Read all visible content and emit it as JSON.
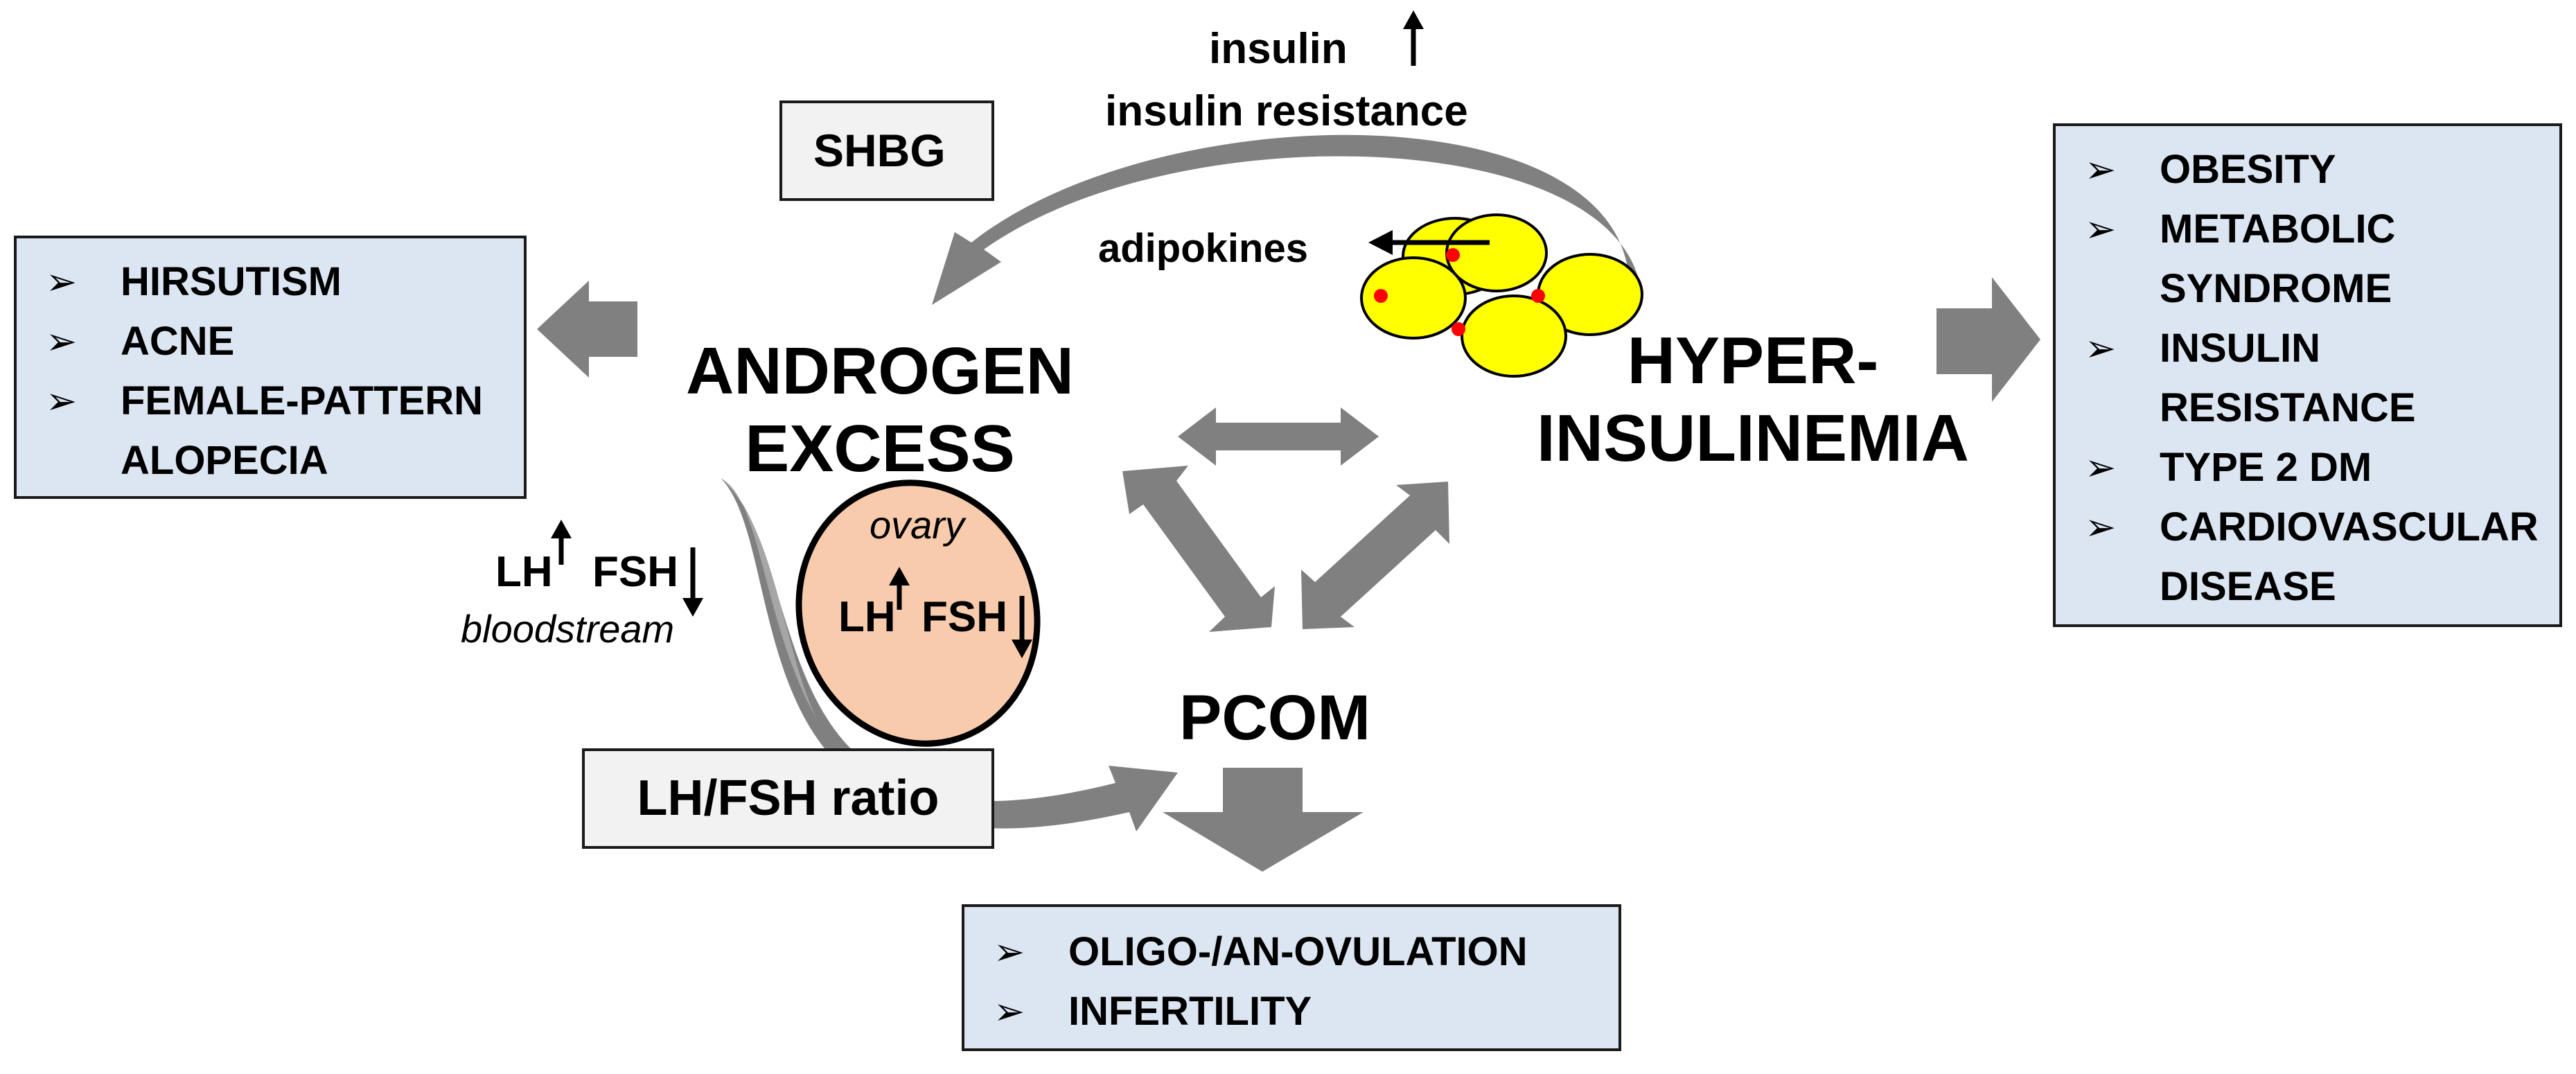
{
  "left_box": {
    "items": [
      "HIRSUTISM",
      "ACNE",
      "FEMALE-PATTERN ALOPECIA"
    ]
  },
  "right_box": {
    "items": [
      "OBESITY",
      "METABOLIC SYNDROME",
      "INSULIN RESISTANCE",
      "TYPE 2 DM",
      "CARDIOVASCULAR DISEASE"
    ]
  },
  "bottom_box": {
    "items": [
      "OLIGO-/AN-OVULATION",
      "INFERTILITY"
    ]
  },
  "shbg": "SHBG",
  "lh_fsh_ratio": "LH/FSH ratio",
  "insulin": "insulin",
  "insulin_resistance": "insulin resistance",
  "adipokines": "adipokines",
  "androgen_excess": "ANDROGEN EXCESS",
  "hyperinsulinemia": "HYPER- INSULINEMIA",
  "pcom": "PCOM",
  "ovary": "ovary",
  "lh": "LH",
  "fsh": "FSH",
  "bloodstream": "bloodstream",
  "bullet_glyph": "➢",
  "colors": {
    "box_fill": "#dce6f2",
    "gray_arrow": "#808080",
    "ovary_fill": "#f8cbad",
    "adipocyte_fill": "#ffff00",
    "dot": "#ff0000"
  }
}
